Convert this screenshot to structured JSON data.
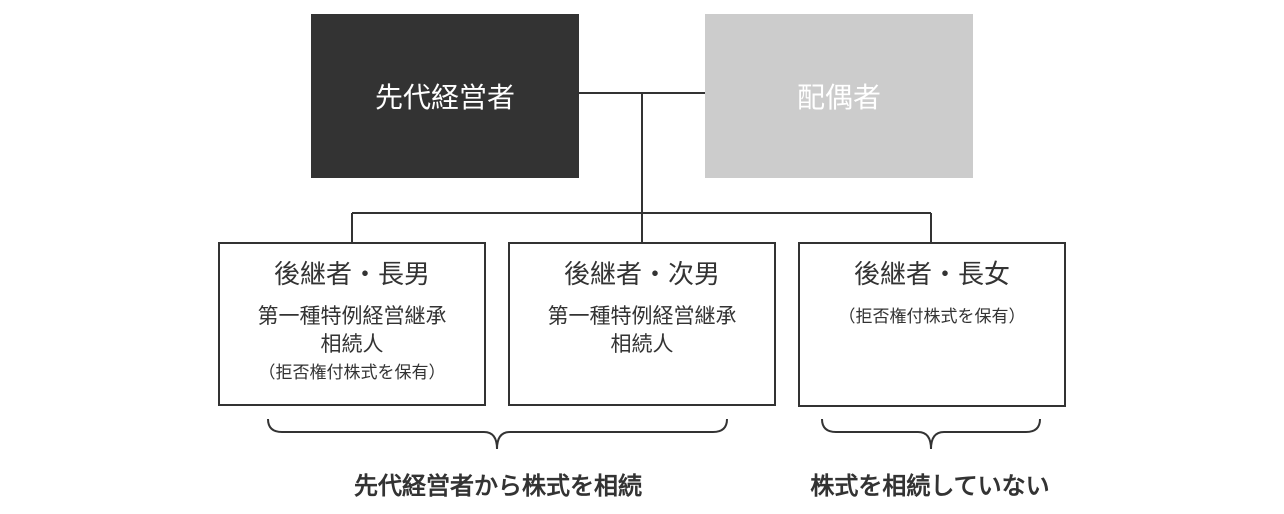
{
  "parents": {
    "founder": "先代経営者",
    "spouse": "配偶者"
  },
  "children": [
    {
      "title": "後継者・長男",
      "role": "第一種特例経営継承\n相続人",
      "note": "（拒否権付株式を保有）"
    },
    {
      "title": "後継者・次男",
      "role": "第一種特例経営継承\n相続人",
      "note": ""
    },
    {
      "title": "後継者・長女",
      "role": "",
      "note": "（拒否権付株式を保有）"
    }
  ],
  "captions": {
    "inherited": "先代経営者から株式を相続",
    "not_inherited": "株式を相続していない"
  },
  "colors": {
    "founder_fill": "#333333",
    "spouse_fill": "#cccccc",
    "line": "#333333"
  }
}
